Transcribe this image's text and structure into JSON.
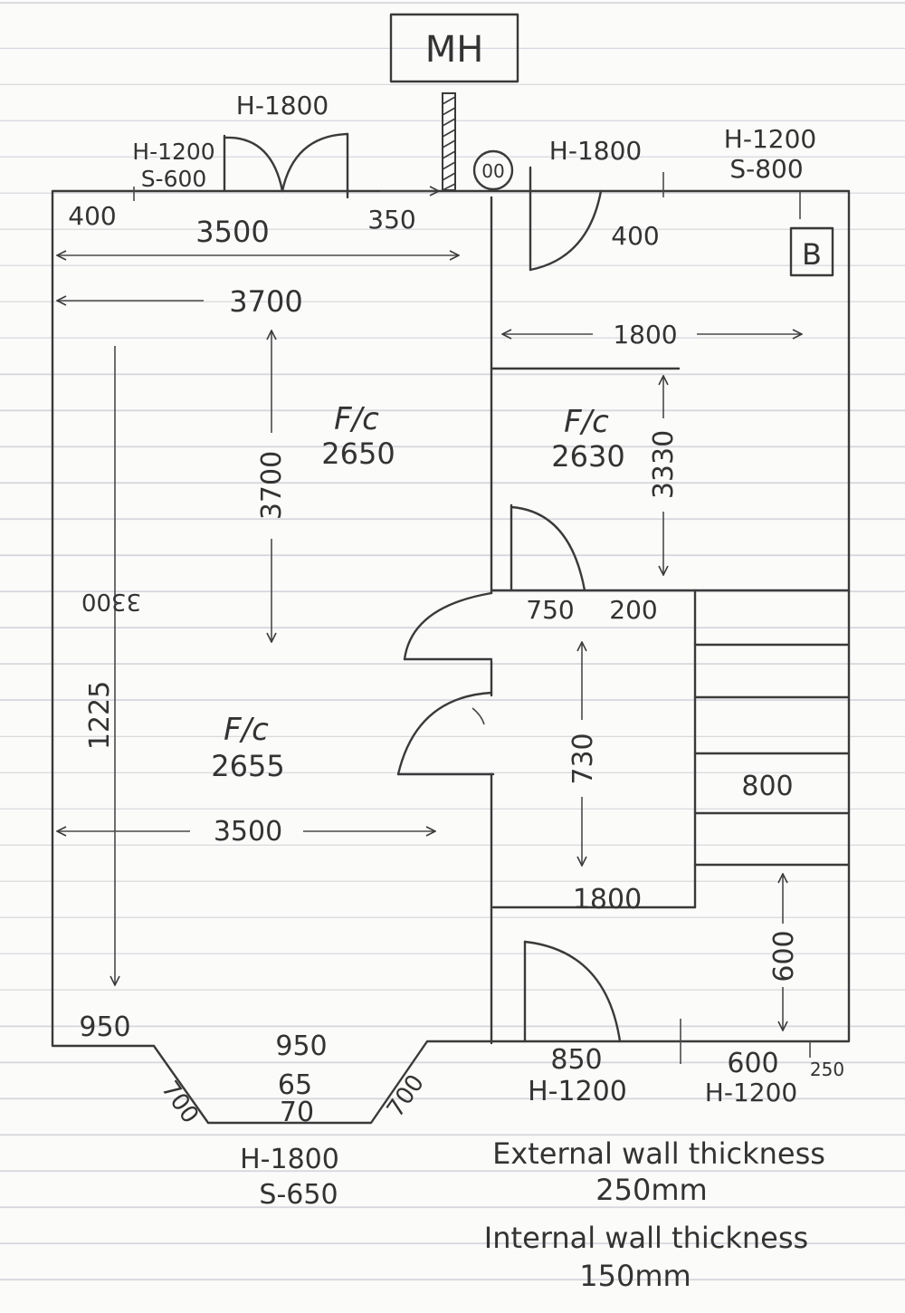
{
  "colors": {
    "ink": "#3a3a3a",
    "paper": "#fbfbfa",
    "rule": "#d6d6dc"
  },
  "labels": {
    "manhole": "MH",
    "boiler": "B",
    "svp": "00",
    "win_top_left_hs": "H-1200",
    "win_top_left_s": "S-600",
    "door_top_h": "H-1800",
    "door_top_right_h": "H-1800",
    "win_top_right_h": "H-1200",
    "win_top_right_s": "S-800",
    "bay_h": "H-1800",
    "bay_s": "S-650",
    "win_850_h": "H-1200",
    "win_600_h": "H-1200",
    "ext_wall_1": "External wall thickness",
    "ext_wall_2": "250mm",
    "int_wall_1": "Internal wall thickness",
    "int_wall_2": "150mm"
  },
  "rooms": {
    "top_left_fc": "F/c",
    "top_left_h": "2650",
    "right_fc": "F/c",
    "right_h": "2630",
    "bottom_left_fc": "F/c",
    "bottom_left_h": "2655"
  },
  "dims": {
    "d400_tl": "400",
    "d3500_top": "3500",
    "d350": "350",
    "d400_tr": "400",
    "d3700_h": "3700",
    "d1800_r": "1800",
    "d3700_v": "3700",
    "d3330": "3330",
    "d3300": "3300",
    "d1225": "1225",
    "d750": "750",
    "d200": "200",
    "d730": "730",
    "d800": "800",
    "d3500_b": "3500",
    "d1800_b": "1800",
    "d600_v": "600",
    "d950_l": "950",
    "d950_c": "950",
    "d65": "65",
    "d70": "70",
    "d700_l": "700",
    "d700_r": "700",
    "d850": "850",
    "d600_b": "600",
    "d250": "250"
  }
}
